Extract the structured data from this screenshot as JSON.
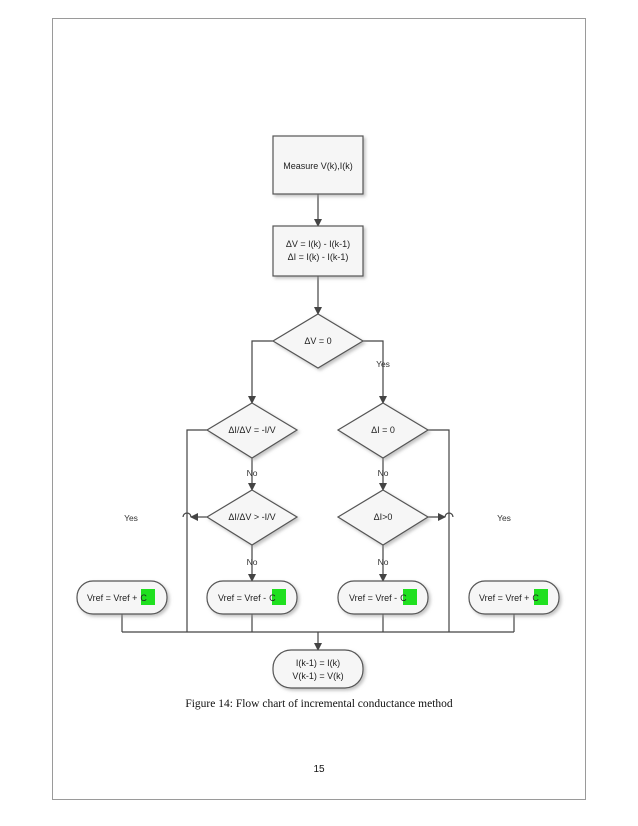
{
  "nodes": {
    "measure": "Measure V(k),I(k)",
    "delta_v": "ΔV = I(k) - I(k-1)",
    "delta_i": "ΔI = I(k) - I(k-1)",
    "dec_dv_zero": "ΔV = 0",
    "dec_cond_eq": "ΔI/ΔV = -I/V",
    "dec_cond_gt": "ΔI/ΔV > -I/V",
    "dec_di_zero": "ΔI = 0",
    "dec_di_pos": "ΔI>0",
    "vref1_prefix": "Vref = Vref +",
    "vref1_c": "C",
    "vref2_prefix": "Vref = Vref -",
    "vref2_c": "C",
    "vref3_prefix": "Vref = Vref -",
    "vref3_c": "C",
    "vref4_prefix": "Vref = Vref +",
    "vref4_c": "C",
    "update_i": "I(k-1) = I(k)",
    "update_v": "V(k-1) = V(k)"
  },
  "labels": {
    "yes_dv_zero": "Yes",
    "no_cond_eq": "No",
    "no_cond_gt": "No",
    "yes_cond_gt": "Yes",
    "no_di_zero": "No",
    "no_di_pos": "No",
    "yes_di_pos": "Yes"
  },
  "caption": "Figure 14: Flow chart of incremental conductance method",
  "page_number": "15",
  "colors": {
    "highlight": "#1fe01f",
    "line": "#444444",
    "box_fill": "#f6f6f6"
  }
}
